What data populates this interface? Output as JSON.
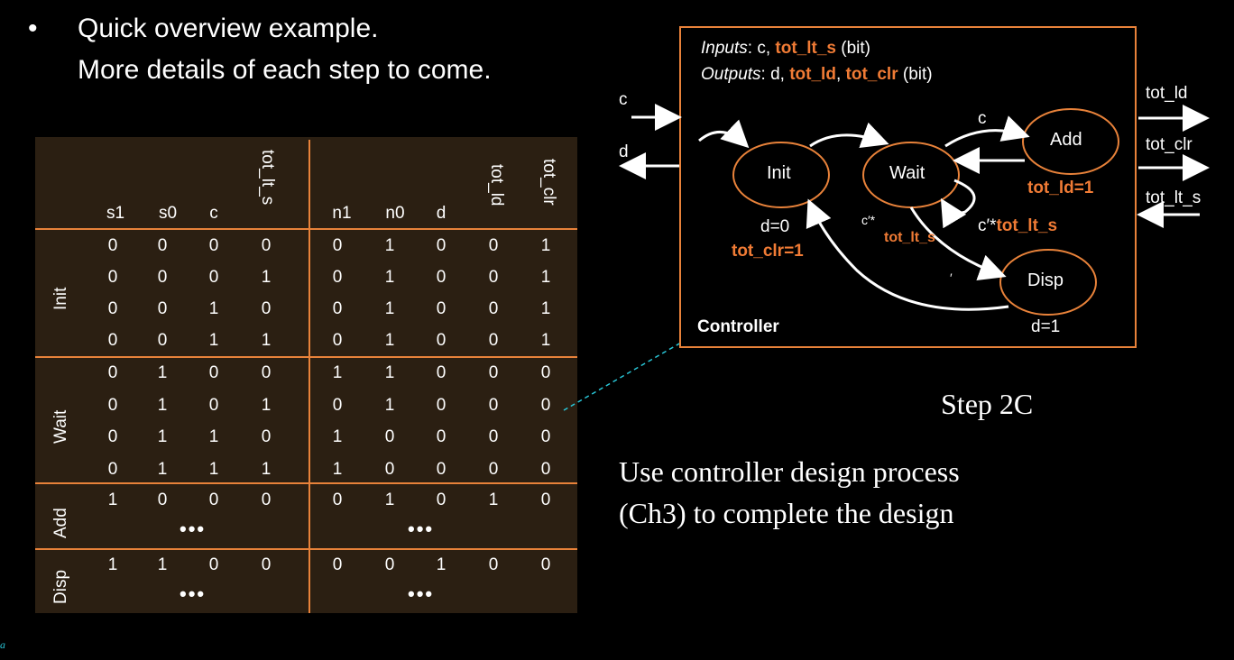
{
  "bullet": {
    "symbol": "•",
    "line1": "Quick overview example.",
    "line2": "More details of each step to come."
  },
  "table": {
    "headers": {
      "s1": "s1",
      "s0": "s0",
      "c": "c",
      "tot_lt_s": "tot_lt_s",
      "n1": "n1",
      "n0": "n0",
      "d": "d",
      "tot_ld": "tot_ld",
      "tot_clr": "tot_clr"
    },
    "groups": [
      "Init",
      "Wait",
      "Add",
      "Disp"
    ],
    "rows": [
      [
        "0",
        "0",
        "0",
        "0",
        "0",
        "1",
        "0",
        "0",
        "1"
      ],
      [
        "0",
        "0",
        "0",
        "1",
        "0",
        "1",
        "0",
        "0",
        "1"
      ],
      [
        "0",
        "0",
        "1",
        "0",
        "0",
        "1",
        "0",
        "0",
        "1"
      ],
      [
        "0",
        "0",
        "1",
        "1",
        "0",
        "1",
        "0",
        "0",
        "1"
      ],
      [
        "0",
        "1",
        "0",
        "0",
        "1",
        "1",
        "0",
        "0",
        "0"
      ],
      [
        "0",
        "1",
        "0",
        "1",
        "0",
        "1",
        "0",
        "0",
        "0"
      ],
      [
        "0",
        "1",
        "1",
        "0",
        "1",
        "0",
        "0",
        "0",
        "0"
      ],
      [
        "0",
        "1",
        "1",
        "1",
        "1",
        "0",
        "0",
        "0",
        "0"
      ],
      [
        "1",
        "0",
        "0",
        "0",
        "0",
        "1",
        "0",
        "1",
        "0"
      ],
      [
        "1",
        "1",
        "0",
        "0",
        "0",
        "0",
        "1",
        "0",
        "0"
      ]
    ],
    "ellipsis": "•••"
  },
  "controller": {
    "inputs_label": "Inputs",
    "inputs_plain": ": c, ",
    "inputs_bold": "tot_lt_s",
    "inputs_tail": " (bit)",
    "outputs_label": "Outputs",
    "outputs_plain1": ": d, ",
    "outputs_bold1": "tot_ld",
    "outputs_plain2": ", ",
    "outputs_bold2": "tot_clr",
    "outputs_tail": " (bit)",
    "title": "Controller",
    "states": {
      "init": "Init",
      "wait": "Wait",
      "add": "Add",
      "disp": "Disp"
    },
    "init_d": "d=0",
    "init_clr": "tot_clr=1",
    "add_ld": "tot_ld=1",
    "disp_d": "d=1",
    "edge_c": "c",
    "edge_wait_self": "c′*",
    "edge_wait_self_bold": "tot_lt_s",
    "edge_wait_disp": "c′*",
    "edge_wait_disp_bold": "tot_lt_s",
    "tick_mark": "′",
    "port_c": "c",
    "port_d": "d",
    "port_tot_ld": "tot_ld",
    "port_tot_clr": "tot_clr",
    "port_tot_lt_s": "tot_lt_s"
  },
  "step_label": "Step 2C",
  "description_line1": "Use controller design process",
  "description_line2": "(Ch3) to complete the design",
  "footer_glyph": "a",
  "colors": {
    "accent": "#f07b35",
    "table_bg": "#2b1f12",
    "dashed": "#29c7d8"
  }
}
